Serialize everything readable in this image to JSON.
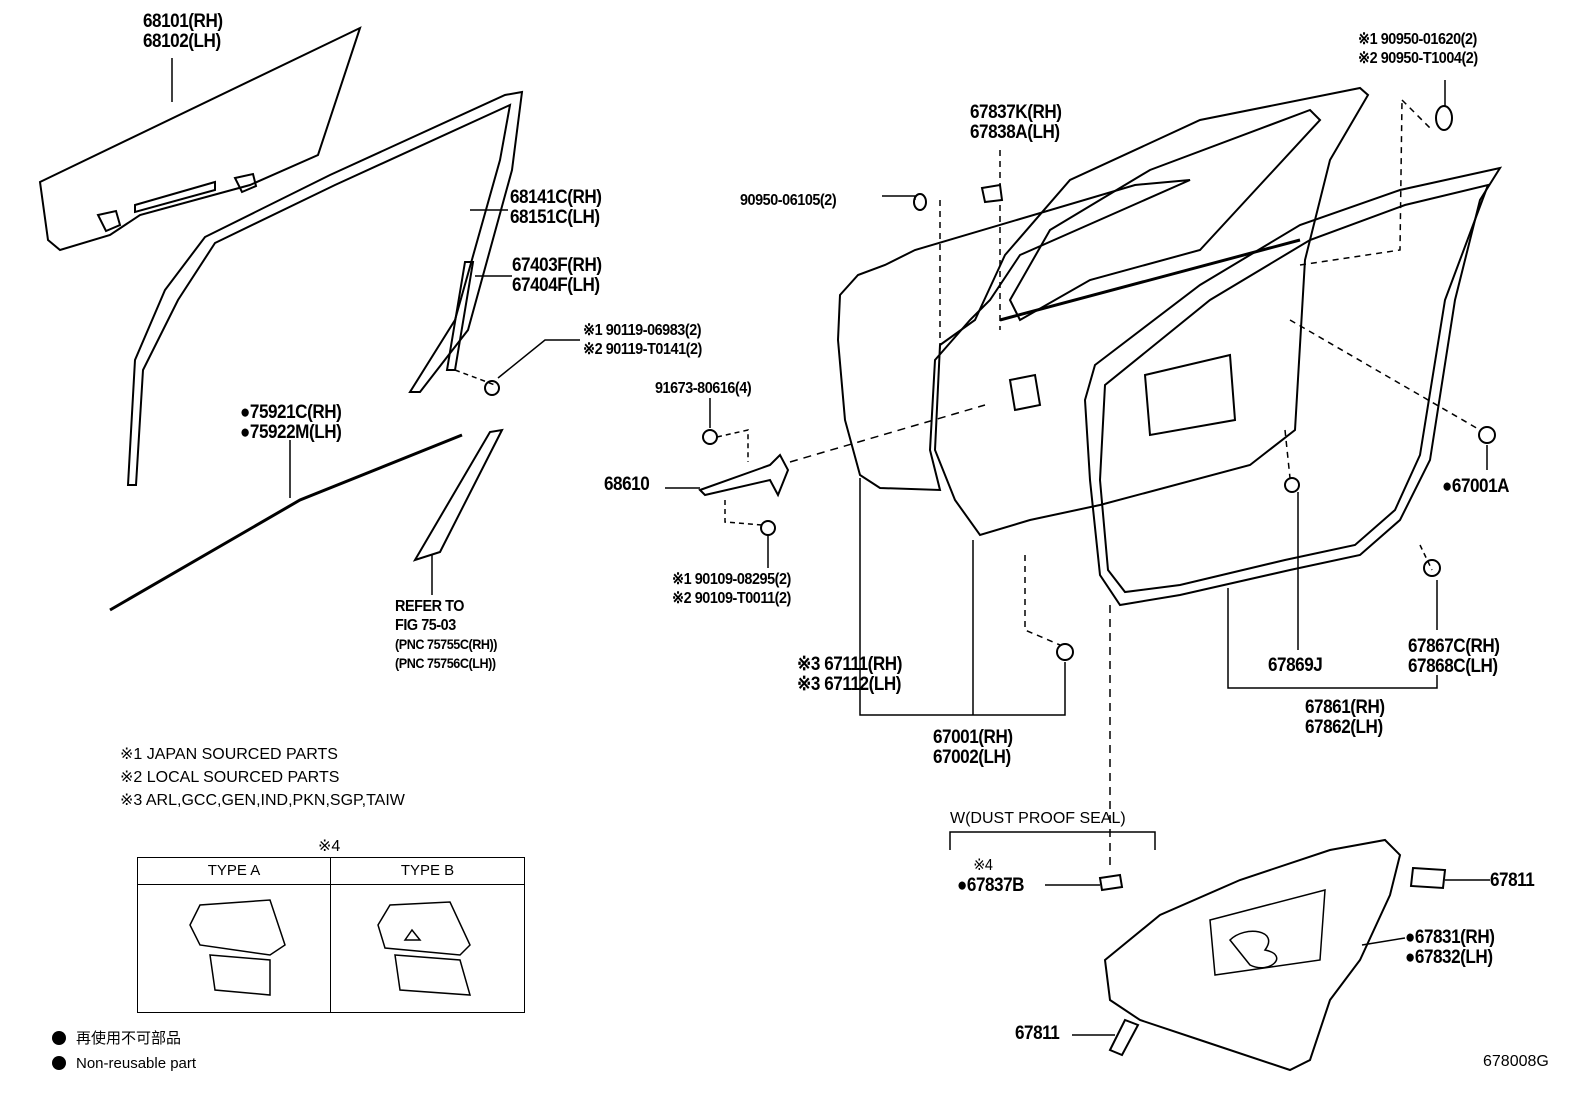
{
  "labels": {
    "glass": [
      "68101(RH)",
      "68102(LH)"
    ],
    "run_channel": [
      "68141C(RH)",
      "68151C(LH)"
    ],
    "rear_channel": [
      "67403F(RH)",
      "67404F(LH)"
    ],
    "channel_bolts": [
      "※1 90119-06983(2)",
      "※2 90119-T0141(2)"
    ],
    "belt_molding": [
      "●75921C(RH)",
      "●75922M(LH)"
    ],
    "refer": [
      "REFER TO",
      "FIG 75-03",
      "(PNC 75755C(RH))",
      "(PNC 75756C(LH))"
    ],
    "check_bolt": "91673-80616(4)",
    "check": "68610",
    "check_bolts2": [
      "※1 90109-08295(2)",
      "※2 90109-T0011(2)"
    ],
    "plug_1": "90950-06105(2)",
    "bracket": [
      "67837K(RH)",
      "67838A(LH)"
    ],
    "plug_2": [
      "※1 90950-01620(2)",
      "※2 90950-T1004(2)"
    ],
    "clip_a": "●67001A",
    "panel_sub": [
      "※3 67111(RH)",
      "※3 67112(LH)"
    ],
    "panel": [
      "67001(RH)",
      "67002(LH)"
    ],
    "clip_j": "67869J",
    "clip_c": [
      "67867C(RH)",
      "67868C(LH)"
    ],
    "weatherstrip": [
      "67861(RH)",
      "67862(LH)"
    ],
    "dust_seal": "W(DUST PROOF SEAL)",
    "seal_b": [
      "※4",
      "●67837B"
    ],
    "tape_1": "67811",
    "service_hole_cover": [
      "●67831(RH)",
      "●67832(LH)"
    ],
    "tape_2": "67811"
  },
  "notes": [
    "※1 JAPAN SOURCED PARTS",
    "※2 LOCAL SOURCED PARTS",
    "※3 ARL,GCC,GEN,IND,PKN,SGP,TAIW"
  ],
  "type_table": {
    "title": "※4",
    "type_a": "TYPE  A",
    "type_b": "TYPE  B"
  },
  "legend": {
    "jp": "再使用不可部品",
    "en": "Non-reusable part"
  },
  "figure_code": "678008G"
}
